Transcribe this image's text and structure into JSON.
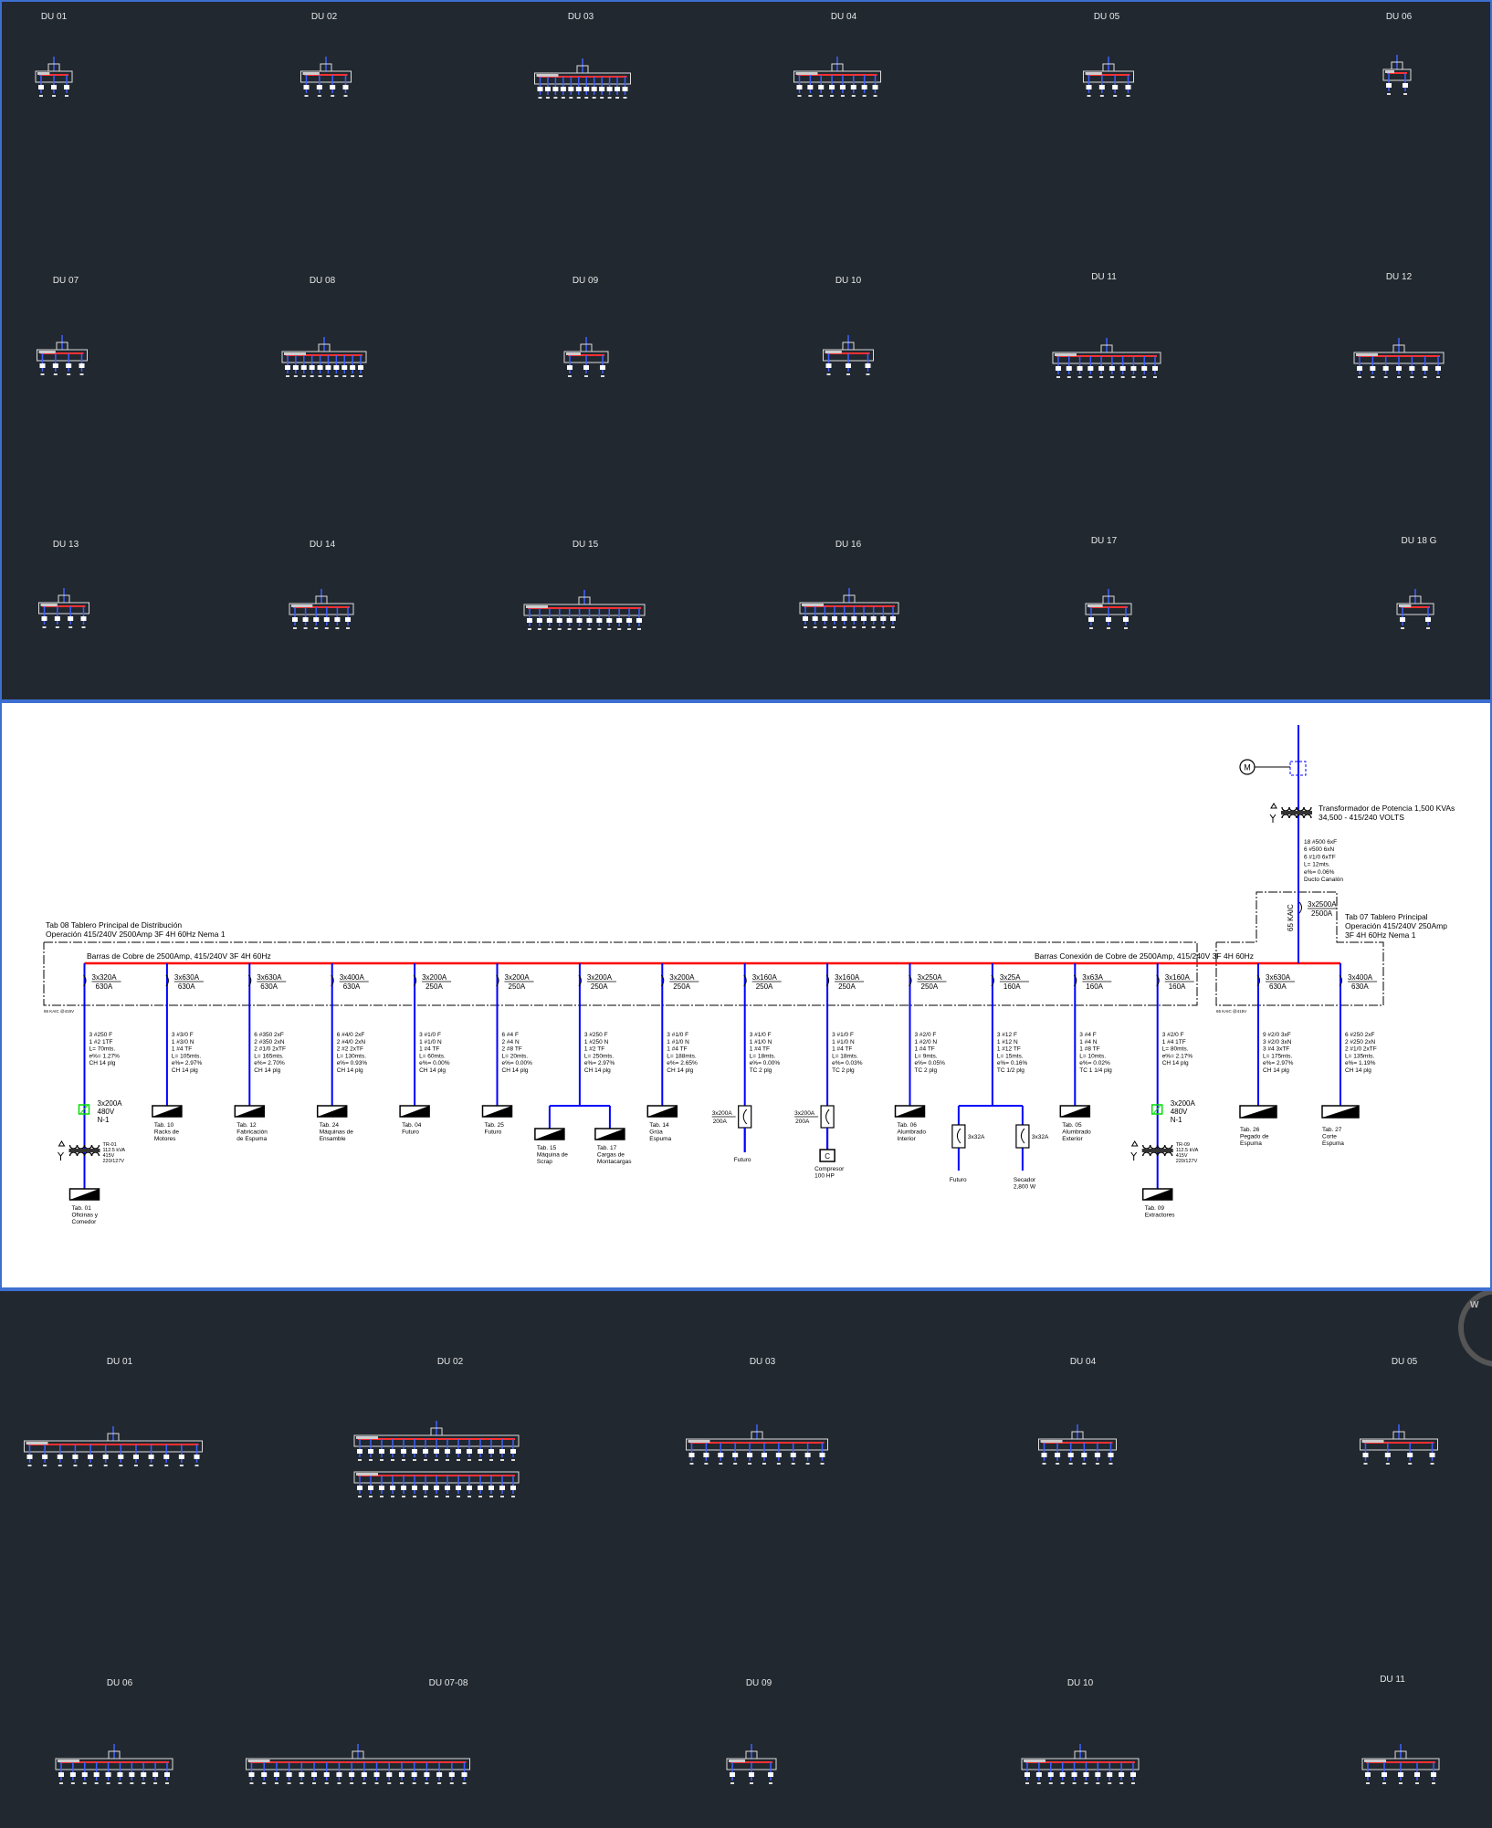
{
  "top_sheet": {
    "labels": [
      "DU 01",
      "DU 02",
      "DU 03",
      "DU 04",
      "DU 05",
      "DU 06",
      "DU 07",
      "DU 08",
      "DU 09",
      "DU 10",
      "DU 11",
      "DU 12",
      "DU 13",
      "DU 14",
      "DU 15",
      "DU 16",
      "DU 17",
      "DU 18 G"
    ]
  },
  "bottom_sheet": {
    "labels": [
      "DU 01",
      "DU 02",
      "DU 03",
      "DU 04",
      "DU 05",
      "DU 06",
      "DU 07-08",
      "DU 09",
      "DU 10",
      "DU 11"
    ],
    "logo": "W"
  },
  "main": {
    "tab08": {
      "title": "Tab 08 Tablero Principal de Distribución",
      "subtitle": "Operación 415/240V 2500Amp 3F 4H 60Hz Nema 1",
      "bus_label": "Barras de Cobre de 2500Amp, 415/240V 3F 4H 60Hz",
      "bus_connection_label": "Barras Conexión de Cobre de 2500Amp, 415/240V 3F 4H 60Hz",
      "kaic": "65 KAIC @415V"
    },
    "source": {
      "motor": "M",
      "transformer": [
        "Transformador de Potencia 1,500 KVAs",
        "34,500 - 415/240 VOLTS"
      ],
      "cable": [
        "18 #500 6xF",
        "6 #500 6xN",
        "6 #1/0 6xTF",
        "L= 12mts.",
        "e%= 0.06%",
        "Ducto Canalón"
      ],
      "main_breaker": [
        "3x2500A",
        "2500A"
      ],
      "kaic_vertical": "65 KAIC"
    },
    "tab07": {
      "title": [
        "Tab 07 Tablero Principal",
        "Operación 415/240V 250Amp",
        "3F 4H 60Hz Nema 1"
      ],
      "kaic": "65 KAIC @415V"
    },
    "feeders": [
      {
        "breaker": [
          "3x320A",
          "630A"
        ],
        "cable": [
          "3 #250 F",
          "1 #2 1TF",
          "L= 70mts.",
          "e%= 1.27%",
          "CH 14 plg"
        ],
        "relay": [
          "3x200A",
          "480V",
          "N-1"
        ],
        "transformer": [
          "TR-01",
          "112.5 kVA",
          "415V",
          "220/127V"
        ],
        "load": [
          "Tab. 01",
          "Oficinas y",
          "Comedor"
        ]
      },
      {
        "breaker": [
          "3x630A",
          "630A"
        ],
        "cable": [
          "3 #3/0 F",
          "1 #3/0 N",
          "1 #4 TF",
          "L= 105mts.",
          "e%= 2.97%",
          "CH 14 plg"
        ],
        "load": [
          "Tab. 10",
          "Racks de",
          "Motores"
        ]
      },
      {
        "breaker": [
          "3x630A",
          "630A"
        ],
        "cable": [
          "6 #350 2xF",
          "2 #350 2xN",
          "2 #1/0 2xTF",
          "L= 165mts.",
          "e%= 2.70%",
          "CH 14 plg"
        ],
        "load": [
          "Tab. 12",
          "Fabricación",
          "de Espuma"
        ]
      },
      {
        "breaker": [
          "3x400A",
          "630A"
        ],
        "cable": [
          "6 #4/0 2xF",
          "2 #4/0 2xN",
          "2 #2 2xTF",
          "L= 130mts.",
          "e%= 0.93%",
          "CH 14 plg"
        ],
        "load": [
          "Tab. 24",
          "Máquinas de",
          "Ensamble"
        ]
      },
      {
        "breaker": [
          "3x200A",
          "250A"
        ],
        "cable": [
          "3 #1/0 F",
          "1 #1/0 N",
          "1 #4 TF",
          "L= 60mts.",
          "e%= 0.00%",
          "CH 14 plg"
        ],
        "load": [
          "Tab. 04",
          "Futuro"
        ]
      },
      {
        "breaker": [
          "3x200A",
          "250A"
        ],
        "cable": [
          "6 #4 F",
          "2 #4 N",
          "2 #8 TF",
          "L= 20mts.",
          "e%= 0.00%",
          "CH 14 plg"
        ],
        "load": [
          "Tab. 25",
          "Futuro"
        ]
      },
      {
        "breaker": [
          "3x200A",
          "250A"
        ],
        "cable": [
          "3 #250 F",
          "1 #250 N",
          "1 #2 TF",
          "L= 250mts.",
          "e%= 2.97%",
          "CH 14 plg"
        ],
        "branch_loads": [
          [
            "Tab. 15",
            "Máquina de",
            "Scrap"
          ],
          [
            "Tab. 17",
            "Cargas de",
            "Montacargas"
          ]
        ]
      },
      {
        "breaker": [
          "3x200A",
          "250A"
        ],
        "cable": [
          "3 #1/0 F",
          "1 #1/0 N",
          "1 #4 TF",
          "L= 188mts.",
          "e%= 2.65%",
          "CH 14 plg"
        ],
        "load": [
          "Tab. 14",
          "Grúa",
          "Espuma"
        ]
      },
      {
        "breaker": [
          "3x160A",
          "250A"
        ],
        "cable": [
          "3 #1/0 F",
          "1 #1/0 N",
          "1 #4 TF",
          "L= 18mts.",
          "e%= 0.00%",
          "TC 2 plg"
        ],
        "sub_breaker": [
          "3x200A",
          "200A"
        ],
        "end_label": [
          "Futuro"
        ]
      },
      {
        "breaker": [
          "3x160A",
          "250A"
        ],
        "cable": [
          "3 #1/0 F",
          "1 #1/0 N",
          "1 #4 TF",
          "L= 18mts.",
          "e%= 0.03%",
          "TC 2 plg"
        ],
        "sub_breaker": [
          "3x200A",
          "200A"
        ],
        "compressor": "C",
        "end_label": [
          "Compresor",
          "100 HP"
        ]
      },
      {
        "breaker": [
          "3x250A",
          "250A"
        ],
        "cable": [
          "3 #2/0 F",
          "1 #2/0 N",
          "1 #4 TF",
          "L= 9mts.",
          "e%= 0.05%",
          "TC 2 plg"
        ],
        "load": [
          "Tab. 06",
          "Alumbrado",
          "Interior"
        ]
      },
      {
        "breaker": [
          "3x25A",
          "160A"
        ],
        "cable": [
          "3 #12 F",
          "1 #12 N",
          "1 #12 TF",
          "L= 15mts.",
          "e%= 0.16%",
          "TC 1/2 plg"
        ],
        "branch_breakers": [
          {
            "rating": "3x32A",
            "label": [
              "Futuro"
            ]
          },
          {
            "rating": "3x32A",
            "label": [
              "Secador",
              "2,800 W"
            ]
          }
        ]
      },
      {
        "breaker": [
          "3x63A",
          "160A"
        ],
        "cable": [
          "3 #4 F",
          "1 #4 N",
          "1 #8 TF",
          "L= 10mts.",
          "e%= 0.02%",
          "TC 1 1/4 plg"
        ],
        "load": [
          "Tab. 05",
          "Alumbrado",
          "Exterior"
        ]
      },
      {
        "breaker": [
          "3x160A",
          "160A"
        ],
        "cable": [
          "3 #2/0 F",
          "1 #4 1TF",
          "L= 80mts.",
          "e%= 2.17%",
          "CH 14 plg"
        ],
        "relay": [
          "3x200A",
          "480V",
          "N-1"
        ],
        "transformer": [
          "TR-09",
          "112.5 kVA",
          "415V",
          "220/127V"
        ],
        "load": [
          "Tab. 09",
          "Extractores"
        ]
      }
    ],
    "tab07_feeders": [
      {
        "breaker": [
          "3x630A",
          "630A"
        ],
        "cable": [
          "9 #2/0 3xF",
          "3 #2/0 3xN",
          "3 #4 3xTF",
          "L= 175mts.",
          "e%= 2.97%",
          "CH 14 plg"
        ],
        "load": [
          "Tab. 26",
          "Pegado de",
          "Espuma"
        ]
      },
      {
        "breaker": [
          "3x400A",
          "630A"
        ],
        "cable": [
          "6 #250 2xF",
          "2 #250 2xN",
          "2 #1/0 2xTF",
          "L= 135mts.",
          "e%= 1.19%",
          "CH 14 plg"
        ],
        "load": [
          "Tab. 27",
          "Corte",
          "Espuma"
        ]
      }
    ],
    "colors": {
      "bus": "#ff0000",
      "feeder": "#0000ff",
      "relay": "#00dd00",
      "outline": "#000000"
    }
  }
}
